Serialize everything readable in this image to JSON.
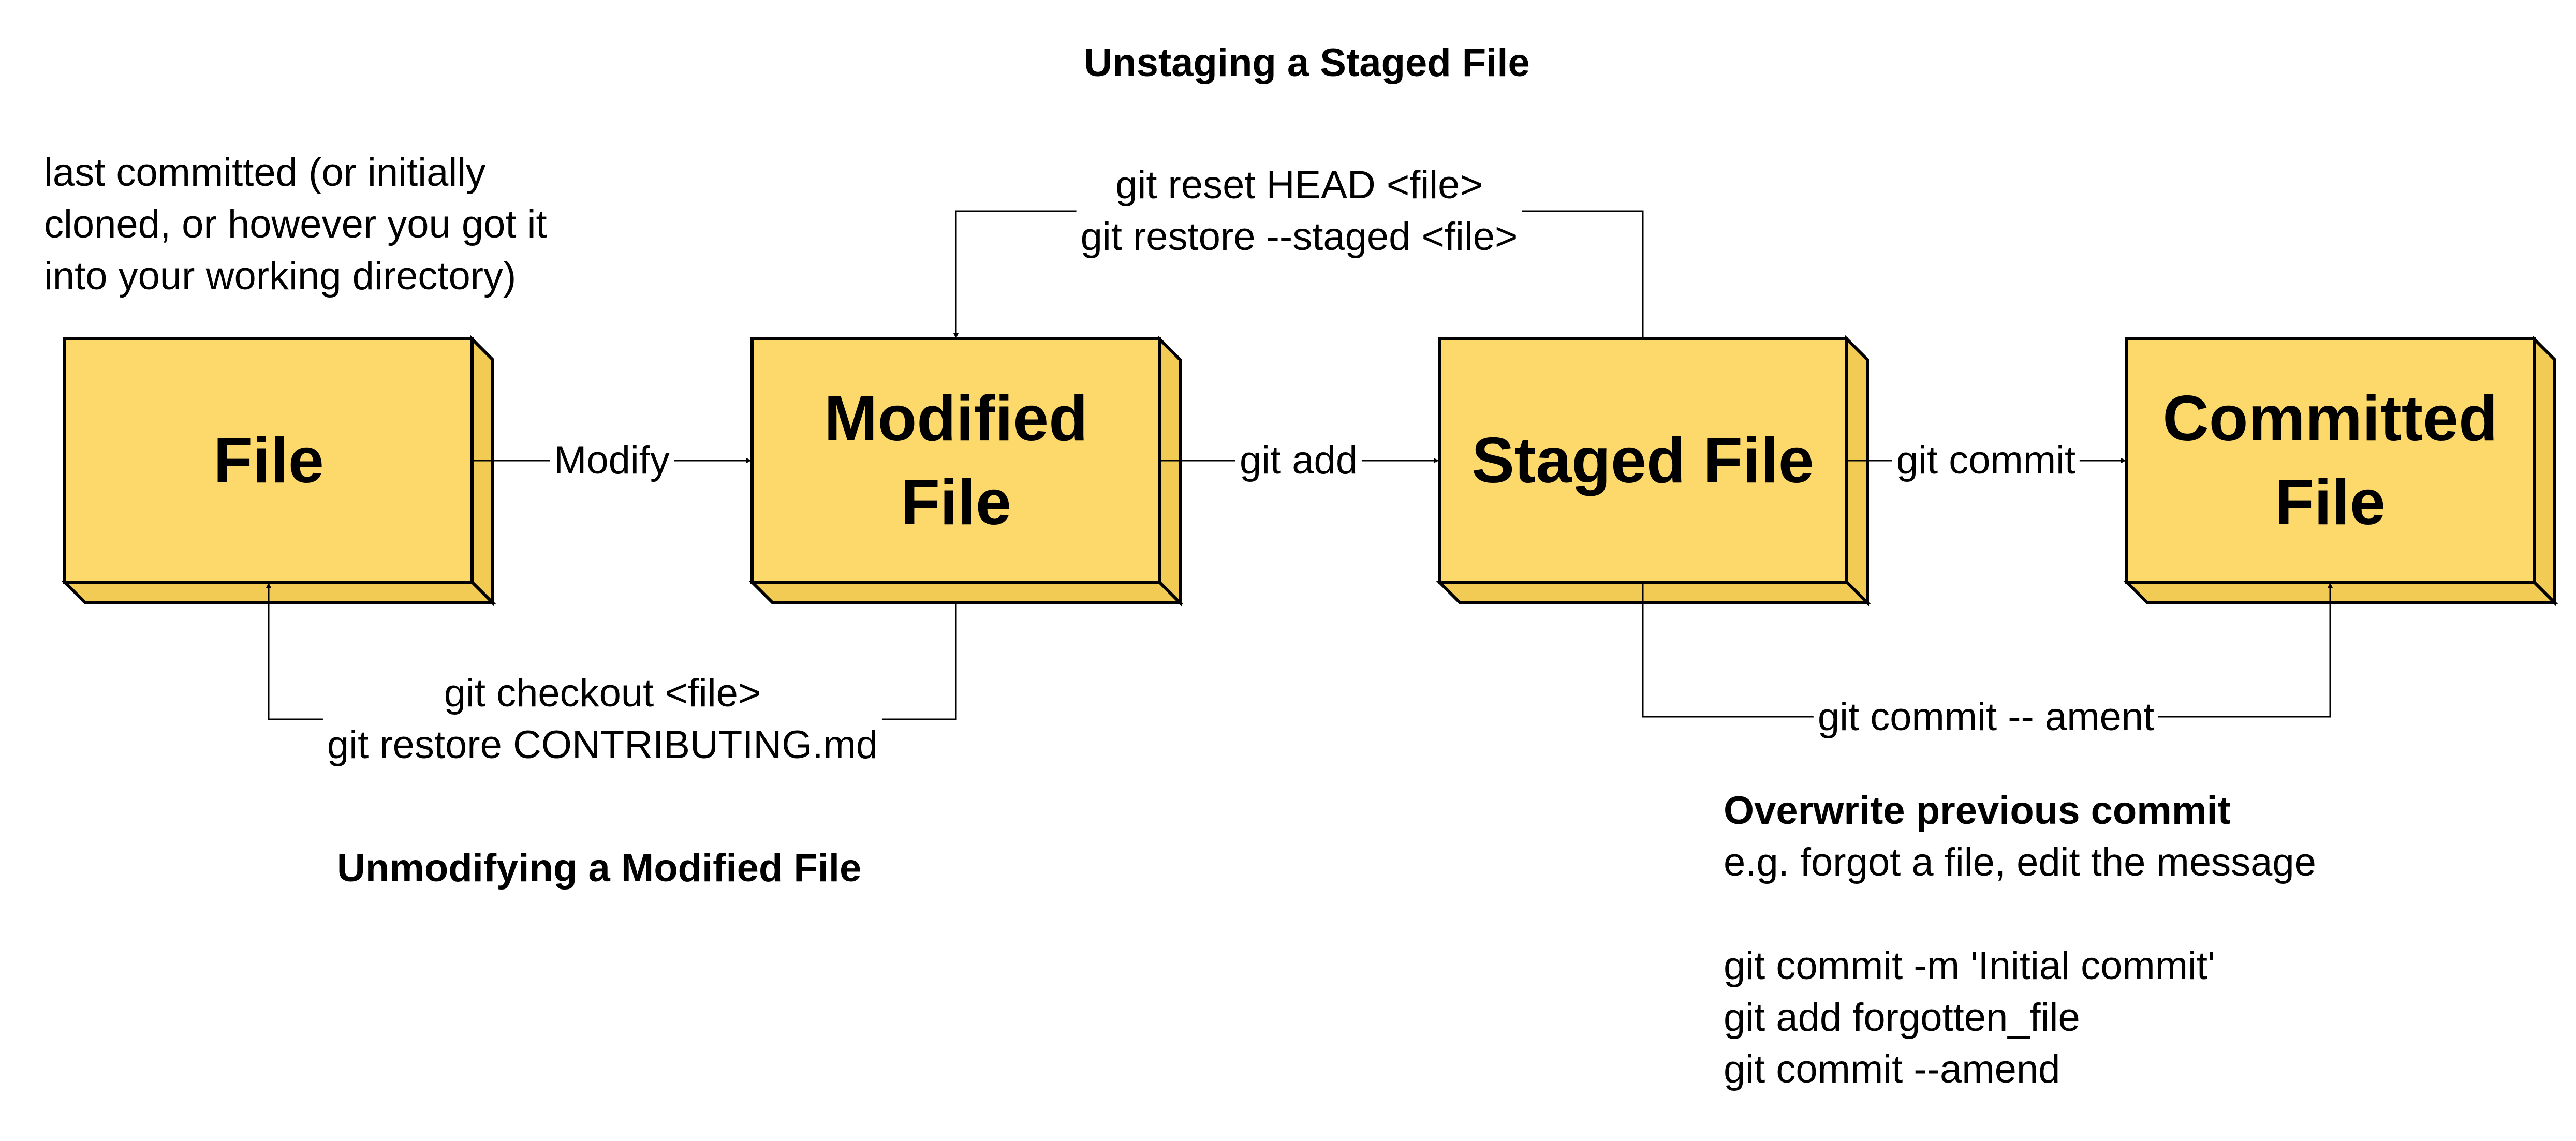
{
  "colors": {
    "box_fill": "#FCD96A",
    "box_side": "#F2CB55",
    "box_stroke": "#000000",
    "line": "#000000"
  },
  "titles": {
    "unstaging": "Unstaging a Staged File",
    "unmodifying": "Unmodifying a Modified File"
  },
  "note_origin": {
    "line1": "last committed (or initially",
    "line2": "cloned, or however you got it",
    "line3": "into your working directory)"
  },
  "nodes": {
    "file": {
      "line1": "File"
    },
    "modified": {
      "line1": "Modified",
      "line2": "File"
    },
    "staged": {
      "line1": "Staged File"
    },
    "committed": {
      "line1": "Committed",
      "line2": "File"
    }
  },
  "edges": {
    "modify": "Modify",
    "git_add": "git add",
    "git_commit": "git commit",
    "reset_line1": "git reset HEAD <file>",
    "reset_line2": "git restore --staged <file>",
    "checkout_line1": "git checkout <file>",
    "checkout_line2": "git restore CONTRIBUTING.md",
    "amend": "git commit -- ament"
  },
  "amend_note": {
    "title": "Overwrite previous commit",
    "subtitle": "e.g. forgot a file, edit the message",
    "commands": [
      "git commit -m 'Initial commit'",
      "git add forgotten_file",
      "git commit --amend"
    ]
  }
}
